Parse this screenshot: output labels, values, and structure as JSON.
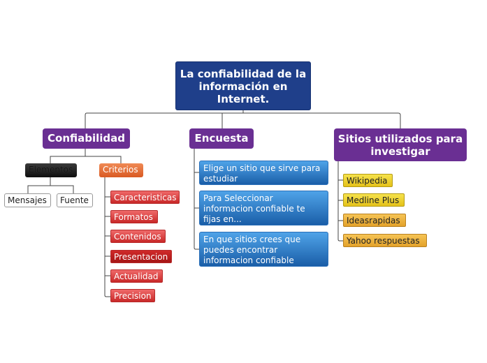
{
  "root": {
    "title": "La confiabilidad de la información en Internet."
  },
  "confiabilidad": {
    "label": "Confiabilidad",
    "elementos": {
      "label": "Elementos",
      "children": [
        "Mensajes",
        "Fuente"
      ]
    },
    "criterios": {
      "label": "Criterios",
      "children": [
        "Caracteristicas",
        "Formatos",
        "Contenidos",
        "Presentacion",
        "Actualidad",
        "Precision"
      ]
    }
  },
  "encuesta": {
    "label": "Encuesta",
    "questions": [
      "Elige un sitio que sirve para estudiar",
      "Para Seleccionar informacion confiable te fijas en...",
      "En que sitios crees que puedes encontrar informacion confiable"
    ]
  },
  "sitios": {
    "label": "Sitios utilizados para investigar",
    "items": [
      "Wikipedia",
      "Medline Plus",
      "Ideasrapidas",
      "Yahoo respuestas"
    ]
  },
  "colors": {
    "root": "#1f3f8a",
    "topic": "#6a2f93",
    "question": "#1a5ea8",
    "criterion": "#c92828",
    "site": "#e5c219"
  }
}
